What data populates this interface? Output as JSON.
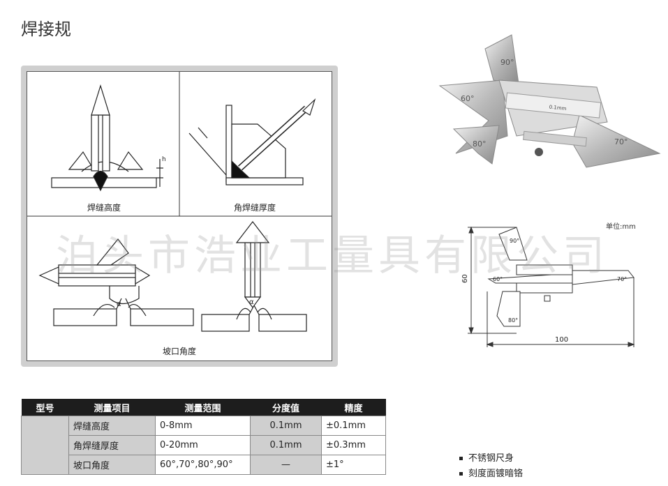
{
  "title": "焊接规",
  "diagram": {
    "captions": {
      "weld_height": "焊缝高度",
      "fillet_thickness": "角焊缝厚度",
      "groove_angle": "坡口角度"
    },
    "alpha_symbol": "α",
    "h_symbol": "h"
  },
  "photo": {
    "scale_text": "0.1mm",
    "angles": [
      "90°",
      "60°",
      "80°",
      "70°"
    ]
  },
  "dimension_drawing": {
    "unit_label": "单位:mm",
    "height_value": "60",
    "width_value": "100",
    "angles": {
      "top": "90°",
      "left": "60°",
      "right": "70°",
      "bottom": "80°"
    }
  },
  "watermark": "泊头市浩业工量具有限公司",
  "spec_table": {
    "headers": [
      "型号",
      "测量项目",
      "测量范围",
      "分度值",
      "精度"
    ],
    "rows": [
      {
        "item": "焊缝高度",
        "range": "0-8mm",
        "division": "0.1mm",
        "accuracy": "±0.1mm"
      },
      {
        "item": "角焊缝厚度",
        "range": "0-20mm",
        "division": "0.1mm",
        "accuracy": "±0.3mm"
      },
      {
        "item": "坡口角度",
        "range": "60°,70°,80°,90°",
        "division": "—",
        "accuracy": "±1°"
      }
    ]
  },
  "features": [
    "不锈钢尺身",
    "刻度面镀暗铬"
  ]
}
